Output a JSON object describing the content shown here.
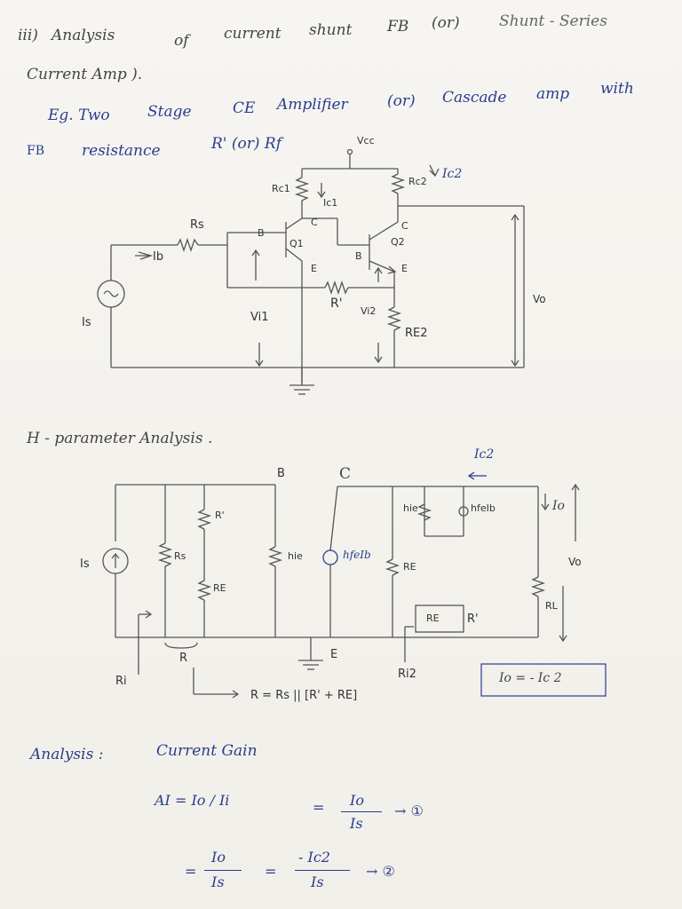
{
  "header": {
    "line1_num": "iii)",
    "line1_a": "Analysis",
    "line1_b": "of",
    "line1_c": "current",
    "line1_d": "shunt",
    "line1_e": "FB",
    "line1_f": "(or)",
    "line1_g": "Shunt - Series",
    "line2": "Current Amp ).",
    "line3_a": "Eg. Two",
    "line3_b": "Stage",
    "line3_c": "CE",
    "line3_d": "Amplifier",
    "line3_e": "(or)",
    "line3_f": "Cascade",
    "line3_g": "amp",
    "line3_h": "with",
    "line4_a": "FB",
    "line4_b": "resistance",
    "line4_c": "R' (or) Rf"
  },
  "circuit1": {
    "vcc": "Vcc",
    "rc1": "Rc1",
    "rc2": "Rc2",
    "ic2": "Ic2",
    "ic1": "Ic1",
    "rs": "Rs",
    "ib": "Ib",
    "b1": "B",
    "q1": "Q1",
    "c1": "C",
    "e1": "E",
    "c2": "C",
    "q2": "Q2",
    "b2": "B",
    "e2": "E",
    "rprime": "R'",
    "vi1": "Vi1",
    "vi2": "Vi2",
    "re2": "RE2",
    "vo": "Vo",
    "is": "Is"
  },
  "section2": {
    "title": "H - parameter Analysis ."
  },
  "circuit2": {
    "b": "B",
    "c": "C",
    "ic2": "Ic2",
    "is": "Is",
    "r_prime": "R'",
    "rs": "Rs",
    "re": "RE",
    "hie": "hie",
    "hfeib": "hfeIb",
    "re2": "RE",
    "hie2": "hie",
    "hfeib2": "hfeIb",
    "io": "Io",
    "vo": "Vo",
    "rl": "RL",
    "re_small": "RE",
    "r_prime2": "R'",
    "r_bracket": "R",
    "e": "E",
    "ri": "Ri",
    "ri2": "Ri2",
    "io_eq": "Io = - Ic 2",
    "r_eq": "R = Rs || [R' + RE]"
  },
  "analysis": {
    "label": "Analysis :",
    "title": "Current Gain",
    "eq1_lhs": "AI  =  Io / Ii",
    "eq1_eq": "=",
    "eq1_num": "Io",
    "eq1_den": "Is",
    "eq1_tag": "→ ①",
    "eq2_lead": "=",
    "eq2_num": "Io",
    "eq2_den": "Is",
    "eq2_eq": "=",
    "eq2_num2": "- Ic2",
    "eq2_den2": "Is",
    "eq2_tag": "→ ②"
  }
}
